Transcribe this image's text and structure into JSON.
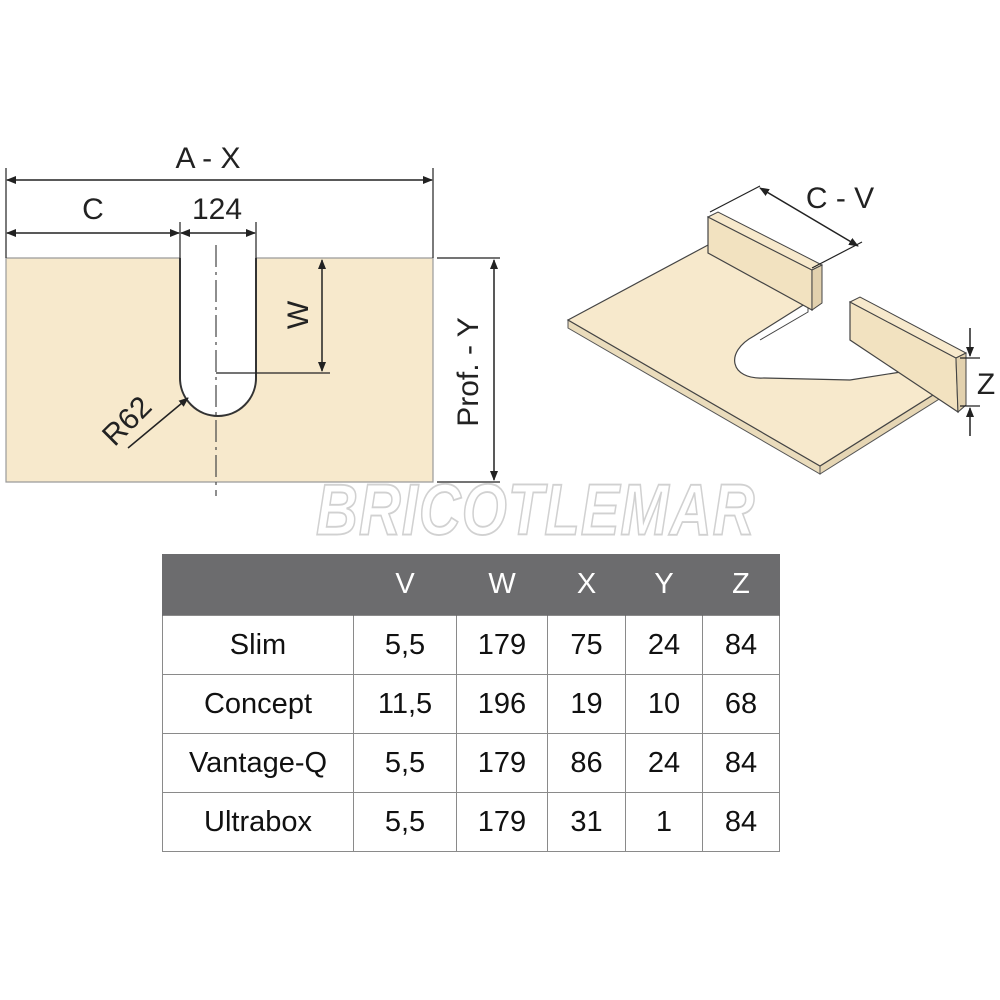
{
  "flat_view": {
    "label_ax": "A - X",
    "label_c": "C",
    "label_124": "124",
    "label_w": "W",
    "label_r62": "R62",
    "label_prof_y": "Prof. - Y"
  },
  "iso_view": {
    "label_cv": "C - V",
    "label_z": "Z"
  },
  "watermark": "BRICOTLEMAR",
  "table": {
    "headers": [
      "",
      "V",
      "W",
      "X",
      "Y",
      "Z"
    ],
    "rows": [
      [
        "Slim",
        "5,5",
        "179",
        "75",
        "24",
        "84"
      ],
      [
        "Concept",
        "11,5",
        "196",
        "19",
        "10",
        "68"
      ],
      [
        "Vantage-Q",
        "5,5",
        "179",
        "86",
        "24",
        "84"
      ],
      [
        "Ultrabox",
        "5,5",
        "179",
        "31",
        "1",
        "84"
      ]
    ]
  },
  "colors": {
    "panel_fill": "#f7e9cc",
    "table_header": "#6c6c6e",
    "line": "#222222"
  }
}
